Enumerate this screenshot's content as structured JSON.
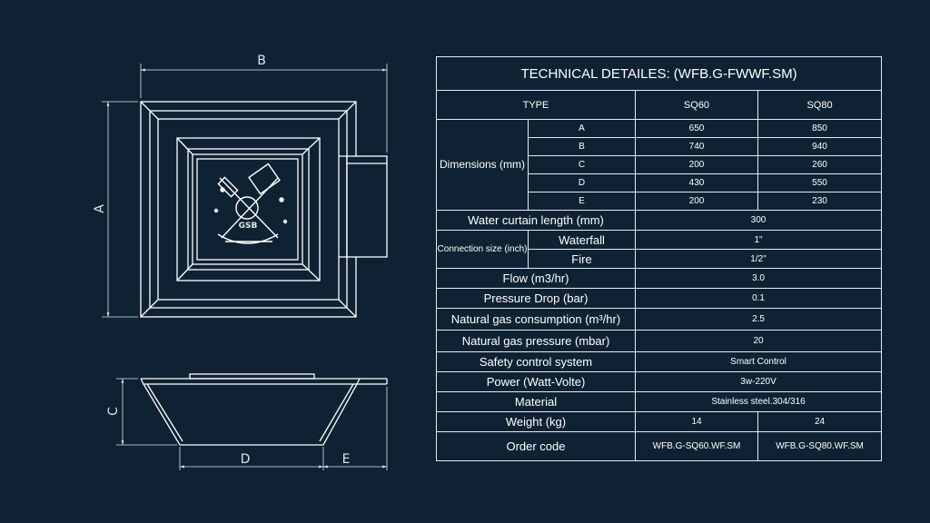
{
  "drawing": {
    "dim_labels": {
      "a": "A",
      "b": "B",
      "c": "C",
      "d": "D",
      "e": "E"
    },
    "logo_text": "GSB"
  },
  "table": {
    "title": "TECHNICAL DETAILES: (WFB.G-FWWF.SM)",
    "type_label": "TYPE",
    "models": [
      "SQ60",
      "SQ80"
    ],
    "dimensions": {
      "label": "Dimensions (mm)",
      "rows": [
        {
          "key": "A",
          "values": [
            "650",
            "850"
          ]
        },
        {
          "key": "B",
          "values": [
            "740",
            "940"
          ]
        },
        {
          "key": "C",
          "values": [
            "200",
            "260"
          ]
        },
        {
          "key": "D",
          "values": [
            "430",
            "550"
          ]
        },
        {
          "key": "E",
          "values": [
            "200",
            "230"
          ]
        }
      ]
    },
    "water_curtain": {
      "label": "Water curtain length (mm)",
      "value": "300"
    },
    "connection": {
      "label": "Connection size (inch)",
      "rows": [
        {
          "key": "Waterfall",
          "value": "1\""
        },
        {
          "key": "Fire",
          "value": "1/2\""
        }
      ]
    },
    "flow": {
      "label": "Flow (m3/hr)",
      "value": "3.0"
    },
    "pressure_drop": {
      "label": "Pressure Drop (bar)",
      "value": "0.1"
    },
    "gas_consumption": {
      "label": "Natural gas consumption (m³/hr)",
      "value": "2.5"
    },
    "gas_pressure": {
      "label": "Natural gas pressure (mbar)",
      "value": "20"
    },
    "safety": {
      "label": "Safety control system",
      "value": "Smart Control"
    },
    "power": {
      "label": "Power (Watt-Volte)",
      "value": "3w-220V"
    },
    "material": {
      "label": "Material",
      "value": "Stainless steel.304/316"
    },
    "weight": {
      "label": "Weight (kg)",
      "values": [
        "14",
        "24"
      ]
    },
    "order_code": {
      "label": "Order code",
      "values": [
        "WFB.G-SQ60.WF.SM",
        "WFB.G-SQ80.WF.SM"
      ]
    }
  }
}
